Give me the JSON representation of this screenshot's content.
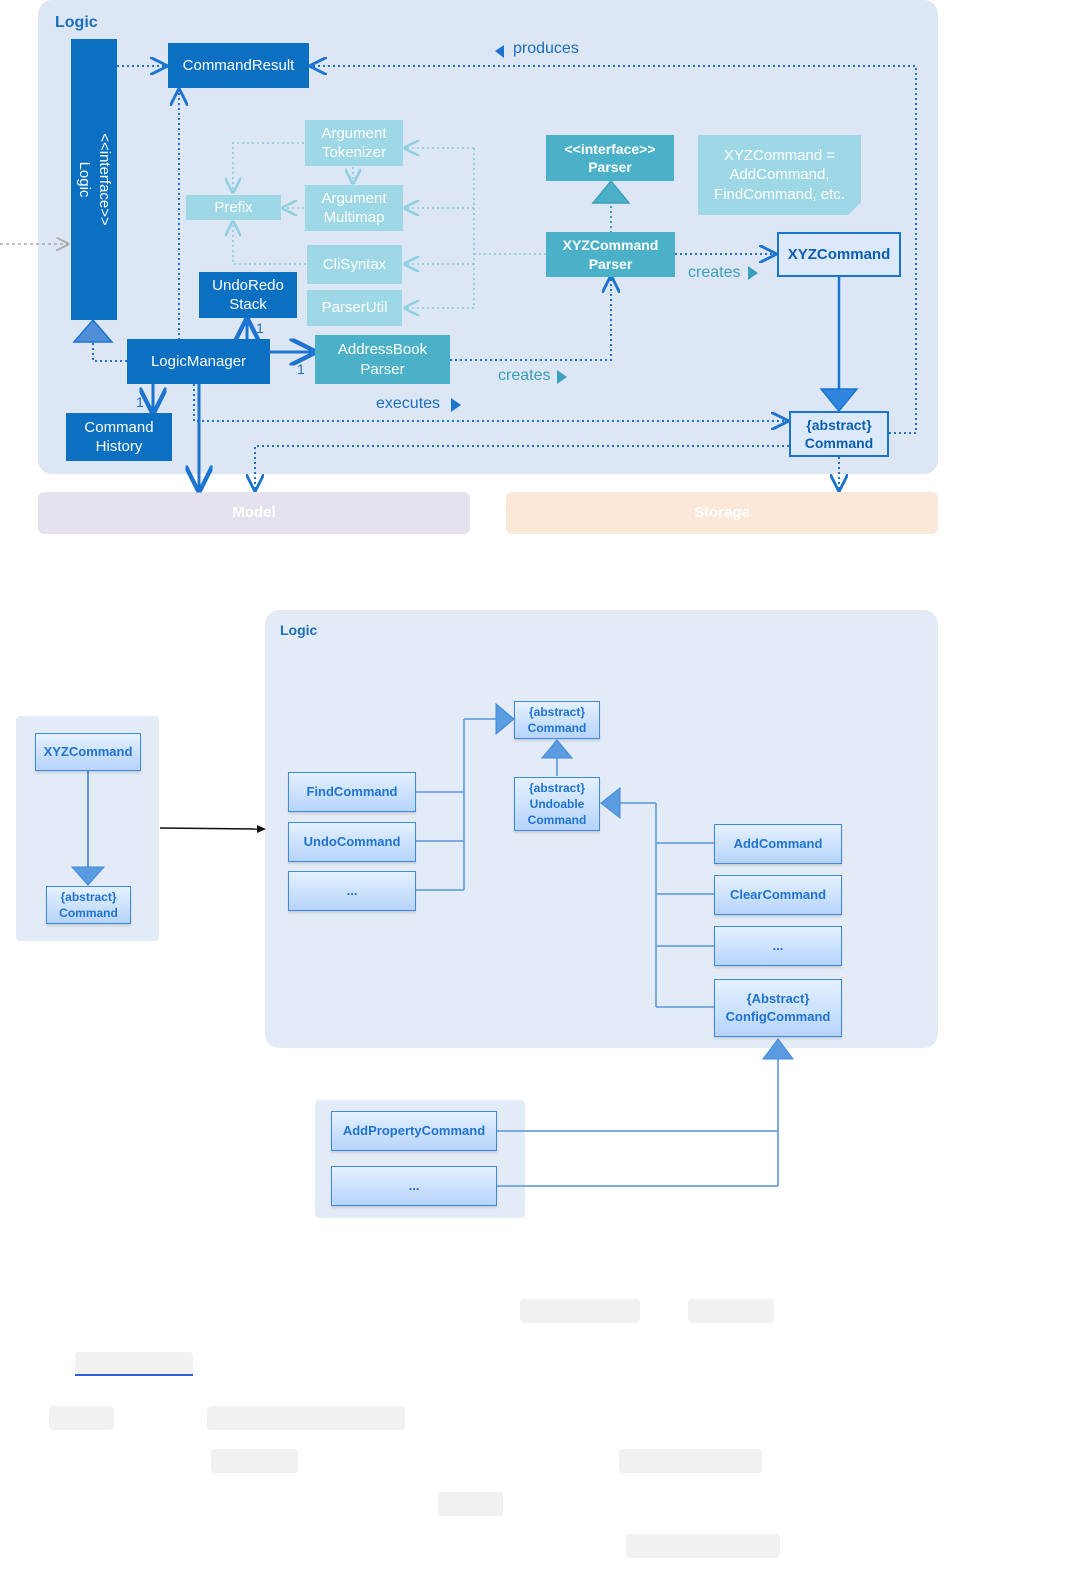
{
  "top": {
    "logic_pkg_title": "Logic",
    "model_pkg_label": "Model",
    "storage_pkg_label": "Storage",
    "interface_logic": "<<interface>>\nLogic",
    "command_result": "CommandResult",
    "logic_manager": "LogicManager",
    "command_history": "Command\nHistory",
    "undo_redo_stack": "UndoRedo\nStack",
    "addressbook_parser": "AddressBook\nParser",
    "argument_tokenizer": "Argument\nTokenizer",
    "argument_multimap": "Argument\nMultimap",
    "prefix": "Prefix",
    "cli_syntax": "CliSyntax",
    "parser_util": "ParserUtil",
    "interface_parser": "<<interface>>\nParser",
    "xyz_command_parser": "XYZCommand\nParser",
    "note": "XYZCommand =\nAddCommand,\nFindCommand, etc.",
    "xyz_command": "XYZCommand",
    "abstract_command": "{abstract}\nCommand",
    "lbl_produces": "produces",
    "lbl_creates_1": "creates",
    "lbl_creates_2": "creates",
    "lbl_executes": "executes",
    "mult_1a": "1",
    "mult_1b": "1",
    "mult_1c": "1"
  },
  "bottom": {
    "logic_pkg_title": "Logic",
    "legend_xyz": "XYZCommand",
    "legend_abstract": "{abstract}\nCommand",
    "abstract_command": "{abstract}\nCommand",
    "undoable_command": "{abstract}\nUndoable\nCommand",
    "find_command": "FindCommand",
    "undo_command": "UndoCommand",
    "ellipsis_1": "...",
    "add_command": "AddCommand",
    "clear_command": "ClearCommand",
    "ellipsis_2": "...",
    "config_command": "{Abstract}\nConfigCommand",
    "add_property_command": "AddPropertyCommand",
    "ellipsis_3": "..."
  },
  "colors": {
    "package_bg": "#dde6f4",
    "dark_blue": "#0b6fc2",
    "teal": "#4bb1c9",
    "pale_teal": "#9ed8e6",
    "model_bg": "#e6e1ee",
    "storage_bg": "#fce8d8"
  }
}
